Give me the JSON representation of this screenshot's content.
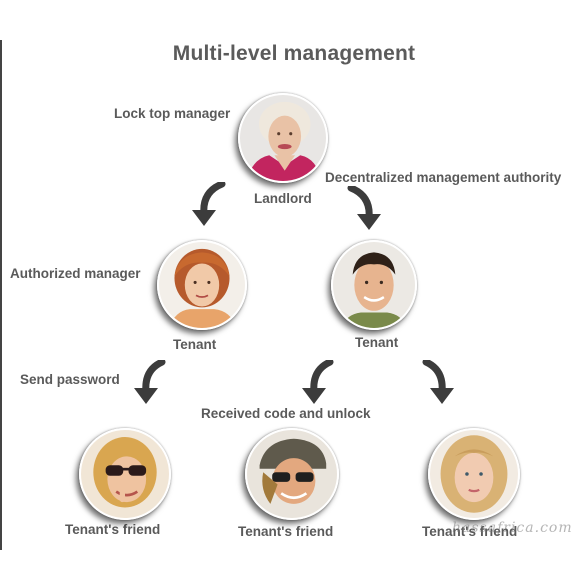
{
  "title": "Multi-level management",
  "labels": {
    "lock_top_manager": "Lock top manager",
    "decentralized": "Decentralized management authority",
    "authorized_manager": "Authorized manager",
    "send_password": "Send password",
    "received_code": "Received code and unlock"
  },
  "nodes": {
    "landlord": "Landlord",
    "tenant_left": "Tenant",
    "tenant_right": "Tenant",
    "friend_1": "Tenant's friend",
    "friend_2": "Tenant's friend",
    "friend_3": "Tenant's friend"
  },
  "watermark": "hassafrica.com",
  "colors": {
    "text": "#5a5a5a",
    "arrow": "#3c3c3c"
  },
  "icons": [
    "curved-arrow-icon"
  ]
}
